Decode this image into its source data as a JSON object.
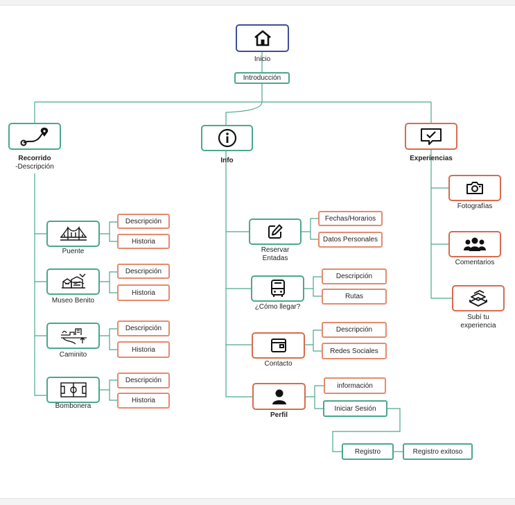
{
  "home": {
    "label": "Inicio",
    "intro": "Introducción"
  },
  "recorrido": {
    "title": "Recorrido",
    "subtitle": "-Descripción",
    "items": [
      {
        "label": "Puente",
        "a": "Descripción",
        "b": "Historia"
      },
      {
        "label": "Museo Benito",
        "a": "Descripción",
        "b": "Historia"
      },
      {
        "label": "Caminito",
        "a": "Descripción",
        "b": "Historia"
      },
      {
        "label": "Bombonera",
        "a": "Descripción",
        "b": "Historia"
      }
    ]
  },
  "info": {
    "title": "Info",
    "reservar": {
      "label_1": "Reservar",
      "label_2": "Entadas",
      "a": "Fechas/Horarios",
      "b": "Datos Personales"
    },
    "como": {
      "label": "¿Cómo llegar?",
      "a": "Descripción",
      "b": "Rutas"
    },
    "contacto": {
      "label": "Contacto",
      "a": "Descripción",
      "b": "Redes Sociales"
    },
    "perfil": {
      "label": "Perfil",
      "a": "información",
      "b": "Iniciar Sesión",
      "registro": "Registro",
      "registro_exitoso": "Registro exitoso"
    }
  },
  "experiencias": {
    "title": "Experiencias",
    "items": [
      {
        "label": "Fotografías"
      },
      {
        "label": "Comentarios"
      },
      {
        "label_1": "Subí tu",
        "label_2": "experiencia"
      }
    ]
  },
  "colors": {
    "green": "#4aa78d",
    "orange": "#d96a4c",
    "blue": "#3f4d9a",
    "pill_orange": "#e48a6e"
  },
  "icons": [
    "home-icon",
    "route-icon",
    "info-icon",
    "chat-check-icon",
    "bridge-icon",
    "museum-icon",
    "caminito-icon",
    "stadium-icon",
    "edit-icon",
    "bus-icon",
    "window-icon",
    "user-icon",
    "camera-icon",
    "group-icon",
    "books-icon"
  ]
}
